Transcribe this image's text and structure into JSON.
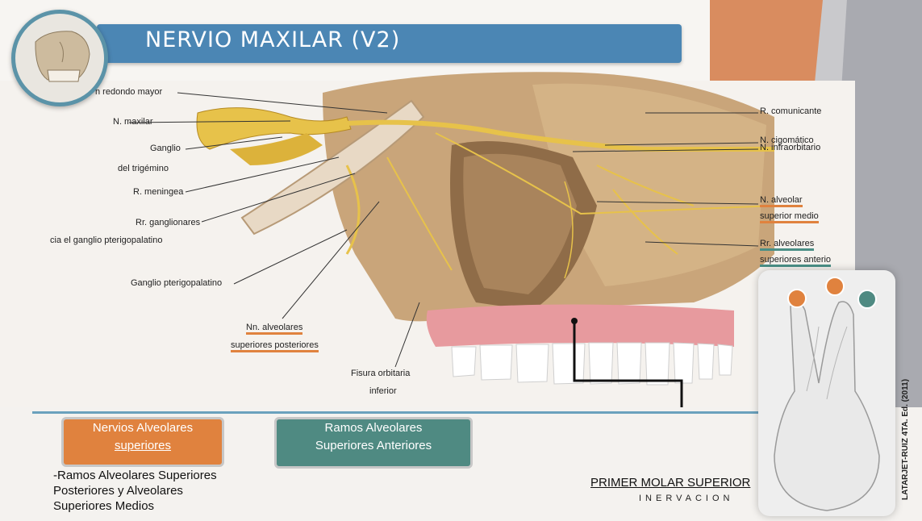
{
  "title": "NERVIO MAXILAR (V2)",
  "labels_left": {
    "foramen": "n redondo mayor",
    "maxilar": "N. maxilar",
    "ganglio_trigemino_1": "Ganglio",
    "ganglio_trigemino_2": "del trigémino",
    "meningea": "R. meningea",
    "ganglionares_1": "Rr. ganglionares",
    "ganglionares_2": "cia el ganglio pterigopalatino",
    "pterigopalatino": "Ganglio pterigopalatino",
    "alveolares_post_1": "Nn. alveolares",
    "alveolares_post_2": "superiores posteriores",
    "fisura_1": "Fisura orbitaria",
    "fisura_2": "inferior"
  },
  "labels_right": {
    "comunicante": "R. comunicante",
    "cigomatico": "N. cigomático",
    "infraorbitario": "N. infraorbitario",
    "alveolar_medio_1": "N. alveolar",
    "alveolar_medio_2": "superior medio",
    "alveolares_ant_1": "Rr. alveolares",
    "alveolares_ant_2": "superiores anterio"
  },
  "boxes": {
    "orange_1": "Nervios Alveolares",
    "orange_2": "superiores",
    "teal_1": "Ramos Alveolares",
    "teal_2": "Superiores Anteriores"
  },
  "note_lines": [
    "-Ramos Alveolares Superiores",
    "Posteriores y Alveolares",
    "Superiores Medios"
  ],
  "molar_title": "PRIMER MOLAR SUPERIOR",
  "molar_sub": "INERVACION",
  "credit": "LATARJET-RUIZ 4TA. Ed. (2011)",
  "colors": {
    "orange": "#e0823e",
    "teal": "#4f8a82",
    "nerve": "#e7c24a",
    "title_bar": "#4b86b4"
  }
}
